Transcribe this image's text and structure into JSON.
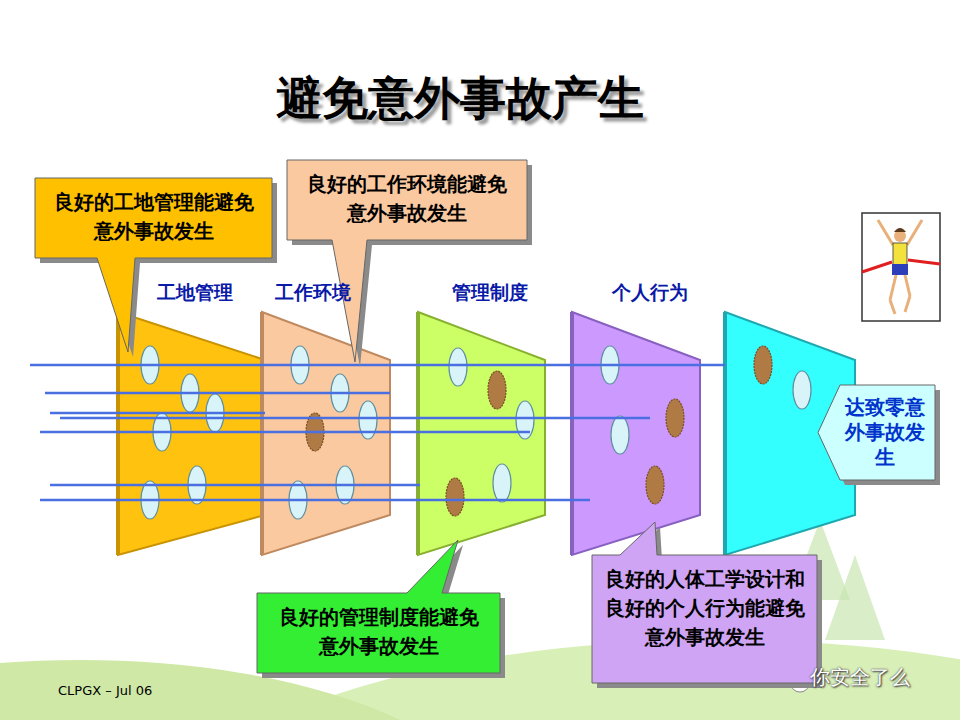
{
  "diagram": {
    "title": "避免意外事故产生",
    "nodes": [
      {
        "text": [
          "良好的工地管理能避免意外事故发生"
        ]
      },
      {
        "text": [
          "良好的工作环境能避免意外事故发生"
        ]
      },
      {
        "text": [
          "工地管理"
        ]
      },
      {
        "text": [
          "工作环境"
        ]
      },
      {
        "text": [
          "管理制度"
        ]
      },
      {
        "text": [
          "个人行为"
        ]
      },
      {
        "text": [
          "达致零意外事故发生"
        ]
      },
      {
        "text": [
          "良好的管理制度能避免意外事故发生"
        ]
      },
      {
        "text": [
          "良好的人体工学设计和良好的个人行为能避免意外事故发生"
        ]
      }
    ],
    "labels": [
      "CLPGX – Jul 06",
      "你安全了么"
    ]
  }
}
